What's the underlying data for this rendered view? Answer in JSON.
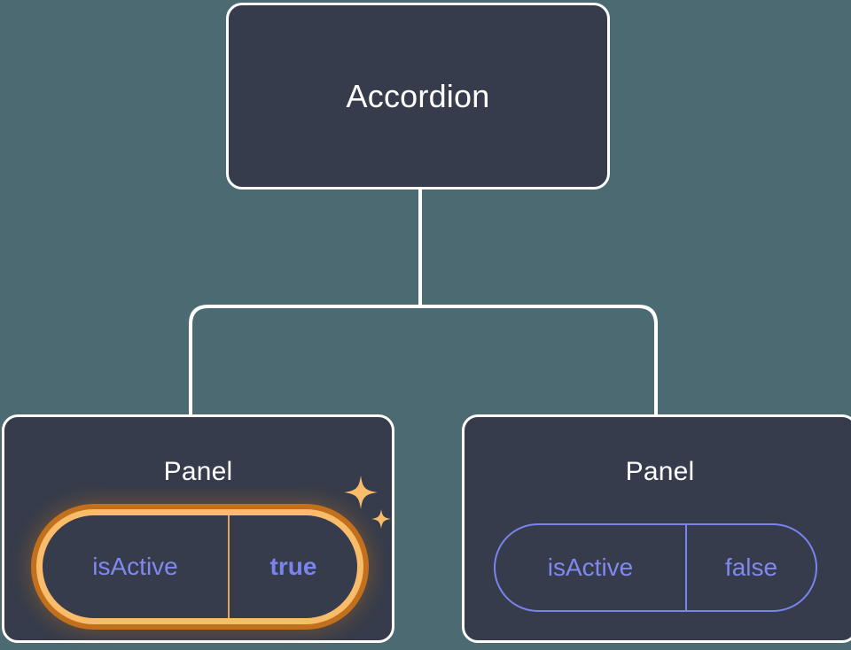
{
  "diagram": {
    "type": "component-tree",
    "background_color": "#4c6a72",
    "node_fill_color": "#363c4b",
    "node_border_color": "#ffffff",
    "edge_color": "#ffffff",
    "accent_highlight_color": "#f8bc6a",
    "accent_highlight_outer_color": "#c2701c",
    "prop_color": "#8089f0"
  },
  "root": {
    "label": "Accordion"
  },
  "children": [
    {
      "label": "Panel",
      "highlighted": true,
      "prop": {
        "key": "isActive",
        "value": "true"
      },
      "sparkle_icons": [
        "sparkle-large-icon",
        "sparkle-small-icon"
      ]
    },
    {
      "label": "Panel",
      "highlighted": false,
      "prop": {
        "key": "isActive",
        "value": "false"
      }
    }
  ]
}
